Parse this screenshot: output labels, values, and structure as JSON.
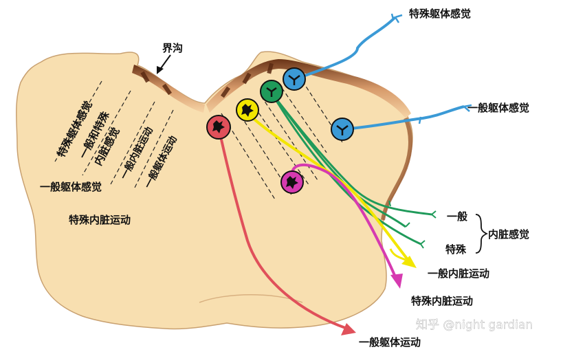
{
  "labels": {
    "sulcus": "界沟",
    "sensory_special_somatic": "特殊躯体感觉",
    "sensory_general_somatic": "一般躯体感觉",
    "general_short": "一般",
    "special_short": "特殊",
    "visceral_sensory": "内脏感觉",
    "general_visceral_motor": "一般内脏运动",
    "special_visceral_motor": "特殊内脏运动",
    "general_somatic_motor": "一般躯体运动"
  },
  "inner_labels": {
    "col1": "特殊躯体感觉",
    "col2a": "一般和特殊",
    "col2b": "内脏感觉",
    "col3": "一般内脏运动",
    "col4": "一般躯体运动",
    "left_general_somatic_sensory": "一般躯体感觉",
    "special_visceral_motor": "特殊内脏运动"
  },
  "watermark": "知乎 @night gardian",
  "colors": {
    "tissue": "#f8dfb0",
    "edge": "#8b4a2a",
    "blue": "#3b9ad6",
    "green": "#1f9a5a",
    "yellow": "#f2e600",
    "magenta": "#d63ab0",
    "red": "#e0505a"
  }
}
